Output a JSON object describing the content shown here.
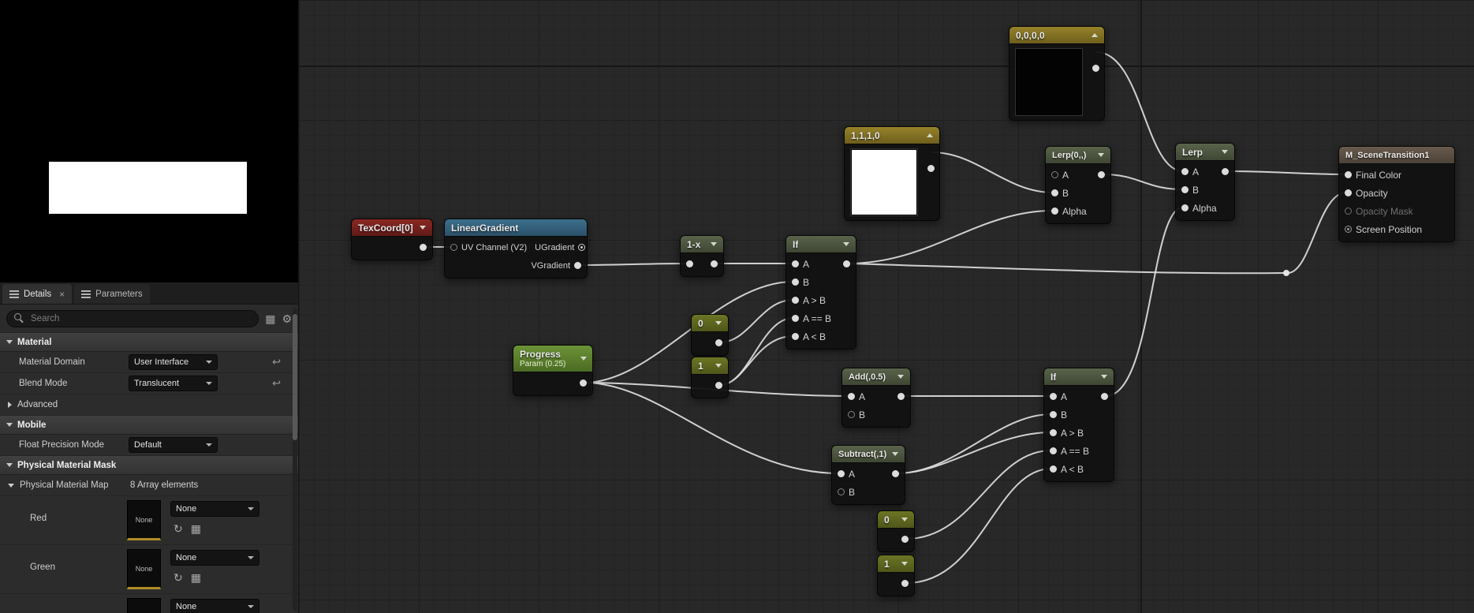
{
  "details": {
    "tabs": {
      "details_label": "Details",
      "parameters_label": "Parameters",
      "close_glyph": "×"
    },
    "search": {
      "placeholder": "Search"
    },
    "material": {
      "title": "Material",
      "domain_label": "Material Domain",
      "domain_value": "User Interface",
      "blend_label": "Blend Mode",
      "blend_value": "Translucent",
      "advanced_label": "Advanced"
    },
    "mobile": {
      "title": "Mobile",
      "float_precision_label": "Float Precision Mode",
      "float_precision_value": "Default"
    },
    "physical": {
      "title": "Physical Material Mask",
      "map_label": "Physical Material Map",
      "map_value": "8 Array elements",
      "elements": [
        {
          "label": "Red",
          "thumb": "None",
          "value": "None"
        },
        {
          "label": "Green",
          "thumb": "None",
          "value": "None"
        },
        {
          "label": "",
          "thumb": "",
          "value": "None"
        }
      ]
    }
  },
  "graph": {
    "nodes": {
      "const_black": {
        "title": "0,0,0,0"
      },
      "const_white": {
        "title": "1,1,1,0"
      },
      "texcoord": {
        "title": "TexCoord[0]"
      },
      "linear_gradient": {
        "title": "LinearGradient",
        "pin_uv": "UV Channel (V2)",
        "pin_ugradient": "UGradient",
        "pin_vgradient": "VGradient"
      },
      "one_minus_x": {
        "title": "1-x"
      },
      "if1": {
        "title": "If",
        "pin_a": "A",
        "pin_b": "B",
        "pin_agb": "A > B",
        "pin_aeb": "A == B",
        "pin_alb": "A < B"
      },
      "lerp1": {
        "title": "Lerp(0,,)",
        "pin_a": "A",
        "pin_b": "B",
        "pin_alpha": "Alpha"
      },
      "lerp2": {
        "title": "Lerp",
        "pin_a": "A",
        "pin_b": "B",
        "pin_alpha": "Alpha"
      },
      "result": {
        "title": "M_SceneTransition1",
        "pin_final_color": "Final Color",
        "pin_opacity": "Opacity",
        "pin_opacity_mask": "Opacity Mask",
        "pin_screen_position": "Screen Position"
      },
      "progress": {
        "title": "Progress",
        "subtitle": "Param (0.25)"
      },
      "const0_top": {
        "title": "0"
      },
      "const1_top": {
        "title": "1"
      },
      "add": {
        "title": "Add(,0.5)",
        "pin_a": "A",
        "pin_b": "B"
      },
      "subtract": {
        "title": "Subtract(,1)",
        "pin_a": "A",
        "pin_b": "B"
      },
      "if2": {
        "title": "If",
        "pin_a": "A",
        "pin_b": "B",
        "pin_agb": "A > B",
        "pin_aeb": "A == B",
        "pin_alb": "A < B"
      },
      "const0_bottom": {
        "title": "0"
      },
      "const1_bottom": {
        "title": "1"
      }
    }
  },
  "colors": {
    "wire": "#dedede",
    "param_green": "#5f8430",
    "texture_red": "#7d211e",
    "function_blue": "#35627c",
    "constant_gold": "#8a761f",
    "scalar_olive": "#5d661d",
    "math_green_gray": "#4d5742",
    "result_brown": "#5c5044",
    "thumb_underline_yellow": "#b08d28"
  }
}
